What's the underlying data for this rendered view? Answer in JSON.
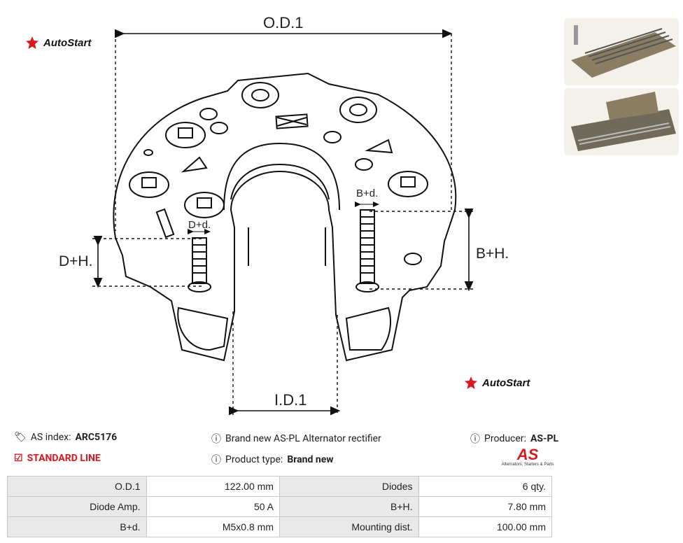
{
  "brand": {
    "name": "AutoStart"
  },
  "drawing": {
    "od_label": "O.D.1",
    "id_label": "I.D.1",
    "dh_label": "D+H.",
    "bh_label": "B+H.",
    "bd_label": "B+d.",
    "dd_label": "D+d."
  },
  "info": {
    "as_index_label": "AS index:",
    "as_index_value": "ARC5176",
    "line_label": "STANDARD LINE",
    "description": "Brand new AS-PL Alternator rectifier",
    "product_type_label": "Product type:",
    "product_type_value": "Brand new",
    "producer_label": "Producer:",
    "producer_value": "AS-PL",
    "as_logo_text": "AS",
    "as_logo_tagline": "Alternators, Starters & Parts"
  },
  "specs": [
    {
      "label1": "O.D.1",
      "value1": "122.00 mm",
      "label2": "Diodes",
      "value2": "6 qty."
    },
    {
      "label1": "Diode Amp.",
      "value1": "50 A",
      "label2": "B+H.",
      "value2": "7.80 mm"
    },
    {
      "label1": "B+d.",
      "value1": "M5x0.8 mm",
      "label2": "Mounting dist.",
      "value2": "100.00 mm"
    }
  ],
  "colors": {
    "accent_red": "#d71920",
    "table_label_bg": "#e9e9e9",
    "border": "#c8c8c8"
  }
}
